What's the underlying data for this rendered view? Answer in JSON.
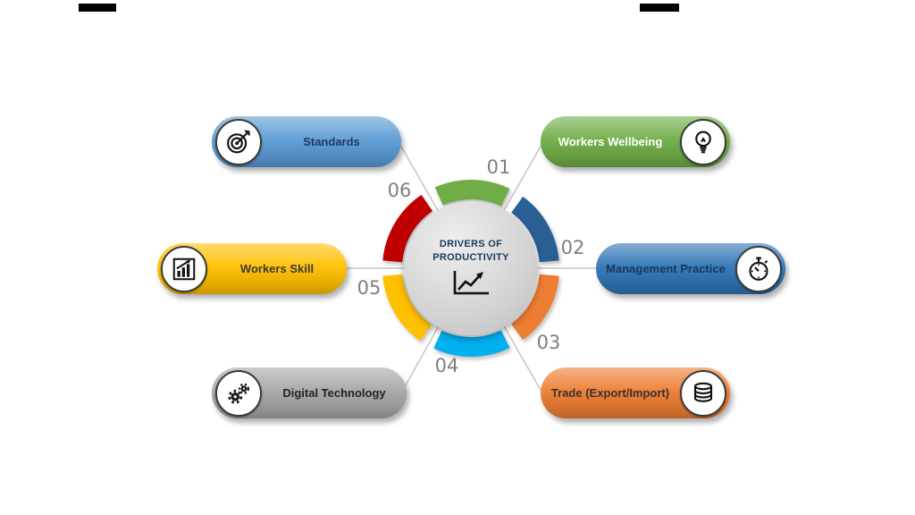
{
  "center": {
    "title_line1": "DRIVERS OF",
    "title_line2": "PRODUCTIVITY",
    "icon": "line-chart-icon"
  },
  "items": [
    {
      "number": "01",
      "label": "Workers Wellbeing",
      "color": "#6FAD46",
      "text_color": "#FFFFFF",
      "icon": "lightbulb-icon",
      "icon_side": "right",
      "position": "top-right"
    },
    {
      "number": "02",
      "label": "Management Practice",
      "color": "#2E75B6",
      "text_color": "#17375E",
      "icon": "stopwatch-icon",
      "icon_side": "right",
      "position": "right"
    },
    {
      "number": "03",
      "label": "Trade (Export/Import)",
      "color": "#ED7D31",
      "text_color": "#3B3030",
      "icon": "coins-icon",
      "icon_side": "right",
      "position": "bottom-right"
    },
    {
      "number": "04",
      "label": "Digital Technology",
      "color": "#A6A6A6",
      "text_color": "#212121",
      "icon": "gears-icon",
      "icon_side": "left",
      "position": "bottom-left"
    },
    {
      "number": "05",
      "label": "Workers Skill",
      "color": "#FFC000",
      "text_color": "#3B3838",
      "icon": "bar-chart-icon",
      "icon_side": "left",
      "position": "left"
    },
    {
      "number": "06",
      "label": "Standards",
      "color": "#5B9BD5",
      "text_color": "#1F3864",
      "icon": "target-icon",
      "icon_side": "left",
      "position": "top-left"
    }
  ],
  "ring": {
    "segments": [
      {
        "position": "top",
        "color": "#70AD47"
      },
      {
        "position": "upper-right",
        "color": "#2A5F94"
      },
      {
        "position": "lower-right",
        "color": "#ED7D31"
      },
      {
        "position": "bottom",
        "color": "#00B0F0"
      },
      {
        "position": "lower-left",
        "color": "#FFC000"
      },
      {
        "position": "upper-left",
        "color": "#C00000"
      }
    ]
  },
  "palette": {
    "connector_color": "#C4C4C4",
    "number_color": "#7F7F7F",
    "hub_text_color": "#17375E"
  }
}
